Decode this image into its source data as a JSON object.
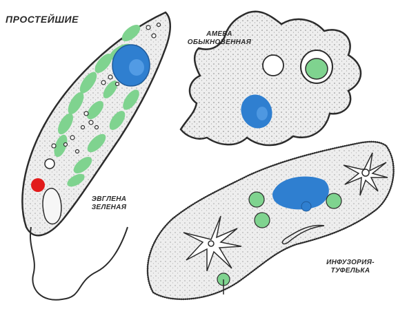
{
  "title": "ПРОСТЕЙШИЕ",
  "organisms": {
    "amoeba": {
      "line1": "АМЕБА",
      "line2": "ОБЫКНОВЕННАЯ"
    },
    "euglena": {
      "line1": "ЭВГЛЕНА",
      "line2": "ЗЕЛЕНАЯ"
    },
    "paramecium": {
      "line1": "ИНФУЗОРИЯ-",
      "line2": "ТУФЕЛЬКА"
    }
  },
  "colors": {
    "outline": "#2b2b2b",
    "cytoplasm": "#eeeeee",
    "chloroplast": "#7fd38f",
    "nucleus": "#2f7fd0",
    "eyespot": "#e21b1b"
  }
}
